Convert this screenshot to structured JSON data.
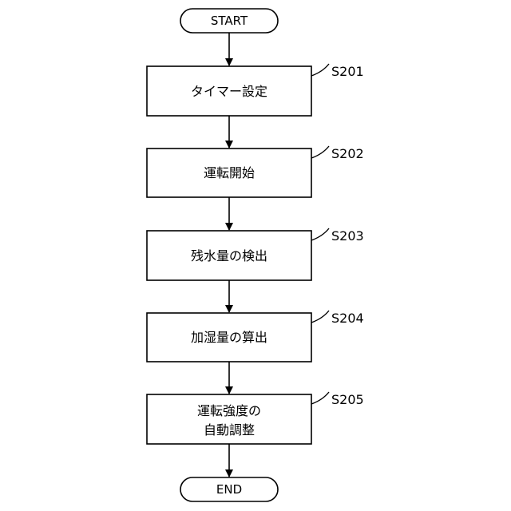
{
  "diagram": {
    "start": "START",
    "end": "END",
    "steps": [
      {
        "id": "S201",
        "lines": [
          "タイマー設定"
        ]
      },
      {
        "id": "S202",
        "lines": [
          "運転開始"
        ]
      },
      {
        "id": "S203",
        "lines": [
          "残水量の検出"
        ]
      },
      {
        "id": "S204",
        "lines": [
          "加湿量の算出"
        ]
      },
      {
        "id": "S205",
        "lines": [
          "運転強度の",
          "自動調整"
        ]
      }
    ]
  }
}
